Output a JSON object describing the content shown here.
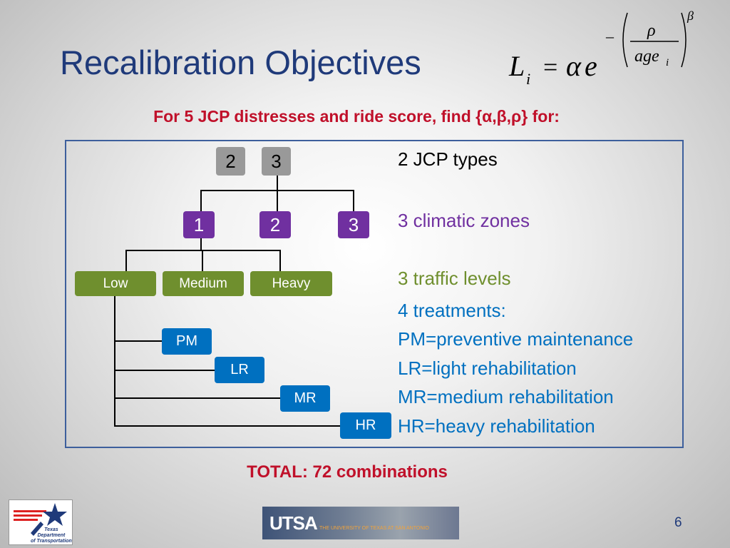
{
  "title": "Recalibration Objectives",
  "formula": {
    "lhs": "L",
    "lhs_sub": "i",
    "equals": "=",
    "alpha": "α",
    "base": "e",
    "minus": "–",
    "rho": "ρ",
    "denominator": "age",
    "denominator_sub": "i",
    "exponent": "β"
  },
  "subtitle": "For 5 JCP distresses and ride score, find {α,β,ρ} for:",
  "tree": {
    "jcp_types": [
      "2",
      "3"
    ],
    "zones": [
      "1",
      "2",
      "3"
    ],
    "traffic": [
      "Low",
      "Medium",
      "Heavy"
    ],
    "treatments": [
      "PM",
      "LR",
      "MR",
      "HR"
    ]
  },
  "descriptions": {
    "jcp": "2 JCP types",
    "zones": "3 climatic zones",
    "traffic": "3 traffic levels",
    "treatments_header": "4 treatments:",
    "pm": "PM=preventive maintenance",
    "lr": "LR=light rehabilitation",
    "mr": "MR=medium rehabilitation",
    "hr": "HR=heavy rehabilitation"
  },
  "total": "TOTAL: 72 combinations",
  "logos": {
    "txdot": [
      "Texas",
      "Department",
      "of Transportation"
    ],
    "utsa_name": "UTSA",
    "utsa_full": "THE UNIVERSITY OF TEXAS AT SAN ANTONIO"
  },
  "page_number": "6",
  "colors": {
    "title": "#1f3a7a",
    "accent_red": "#c0102a",
    "purple": "#7030a0",
    "green": "#6f8f2e",
    "blue": "#0070c0",
    "frame": "#3d5f9c"
  }
}
